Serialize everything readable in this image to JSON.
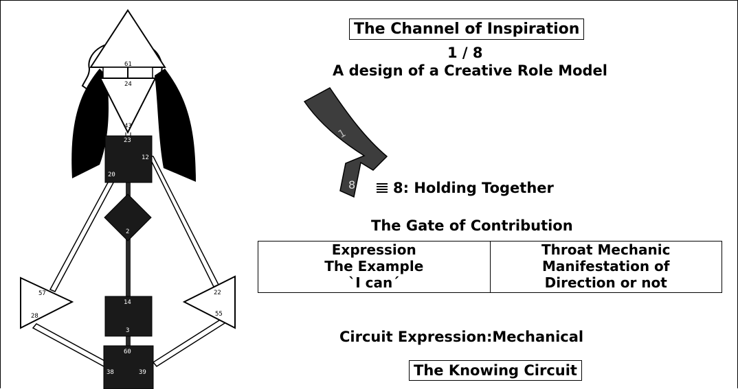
{
  "title": "The Channel of Inspiration",
  "gate_pair": "1 / 8",
  "subtitle": "A design of a Creative Role Model",
  "hexagram_line": "8: Holding Together",
  "gate_name": "The Gate of Contribution",
  "table": {
    "left": [
      "Expression",
      "The Example",
      "`I can´"
    ],
    "right": [
      "Throat Mechanic",
      "Manifestation of",
      "Direction or not"
    ]
  },
  "circuit_expression": "Circuit Expression:Mechanical",
  "circuit_name": "The Knowing Circuit",
  "gates": {
    "head_top": "61",
    "head_bottom": "24",
    "ajna": "43",
    "throat_top": "23",
    "throat_right": "12",
    "throat_left": "20",
    "g_center": "2",
    "sacral_top": "14",
    "sacral_bottom": "3",
    "root_top": "60",
    "root_left": "38",
    "root_right": "39",
    "spleen_top": "57",
    "spleen_bottom": "28",
    "solar_top": "22",
    "solar_bottom": "55"
  },
  "channel_gates": [
    "1",
    "8"
  ],
  "colors": {
    "center_fill": "#1a1a1a",
    "channel_fill": "#3d3d3d",
    "background": "#ffffff"
  }
}
